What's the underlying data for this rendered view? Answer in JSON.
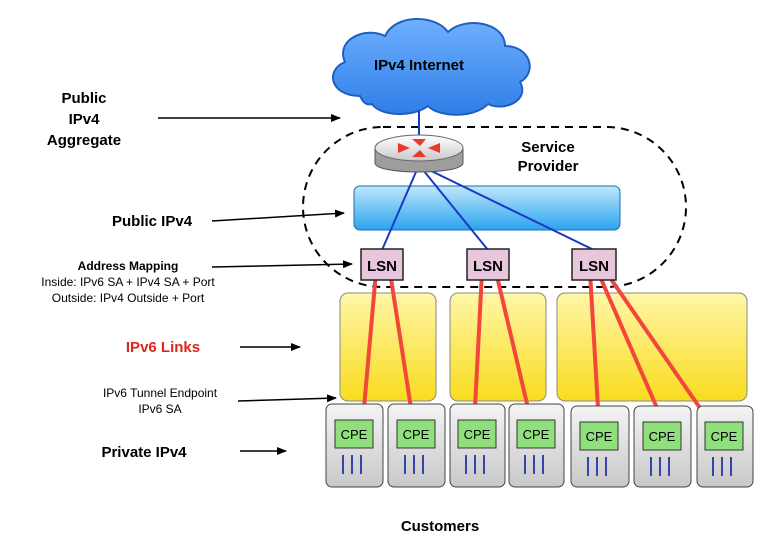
{
  "cloud": {
    "label": "IPv4 Internet"
  },
  "provider": {
    "line1": "Service",
    "line2": "Provider"
  },
  "left_labels": {
    "public_aggregate": [
      "Public",
      "IPv4",
      "Aggregate"
    ],
    "public_ipv4": "Public IPv4",
    "address_mapping_title": "Address Mapping",
    "address_mapping_inside": "Inside: IPv6 SA + IPv4 SA + Port",
    "address_mapping_outside": "Outside: IPv4 Outside + Port",
    "ipv6_links": "IPv6 Links",
    "tunnel_endpoint": [
      "IPv6 Tunnel Endpoint",
      "IPv6 SA"
    ],
    "private_ipv4": "Private IPv4"
  },
  "lsn_nodes": [
    "LSN",
    "LSN",
    "LSN"
  ],
  "cpe_nodes": [
    "CPE",
    "CPE",
    "CPE",
    "CPE",
    "CPE",
    "CPE",
    "CPE"
  ],
  "footer": {
    "customers": "Customers"
  },
  "colors": {
    "cloud_fill": "#3f8ef5",
    "band_fill": "#3fb4f5",
    "lsn_fill": "#e8c6dc",
    "yellow_fill": "#fbe93f",
    "cpe_box": "#dedede",
    "cpe_label_fill": "#8fe07d",
    "red_link": "#f2473a",
    "blue_link": "#1a39c4",
    "ipv6_text": "#e0261c"
  }
}
